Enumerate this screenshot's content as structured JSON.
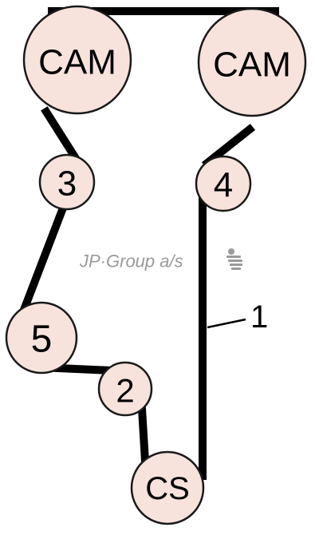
{
  "pulleys": {
    "cam_left": "CAM",
    "cam_right": "CAM",
    "idler_3": "3",
    "idler_4": "4",
    "idler_5": "5",
    "idler_2": "2",
    "crankshaft": "CS"
  },
  "callout": {
    "label": "1"
  },
  "watermark": {
    "text": "JP·Group a/s"
  },
  "colors": {
    "belt": "#000000",
    "pulley_fill": "#f7e3dc",
    "watermark": "#9a9a9a"
  }
}
